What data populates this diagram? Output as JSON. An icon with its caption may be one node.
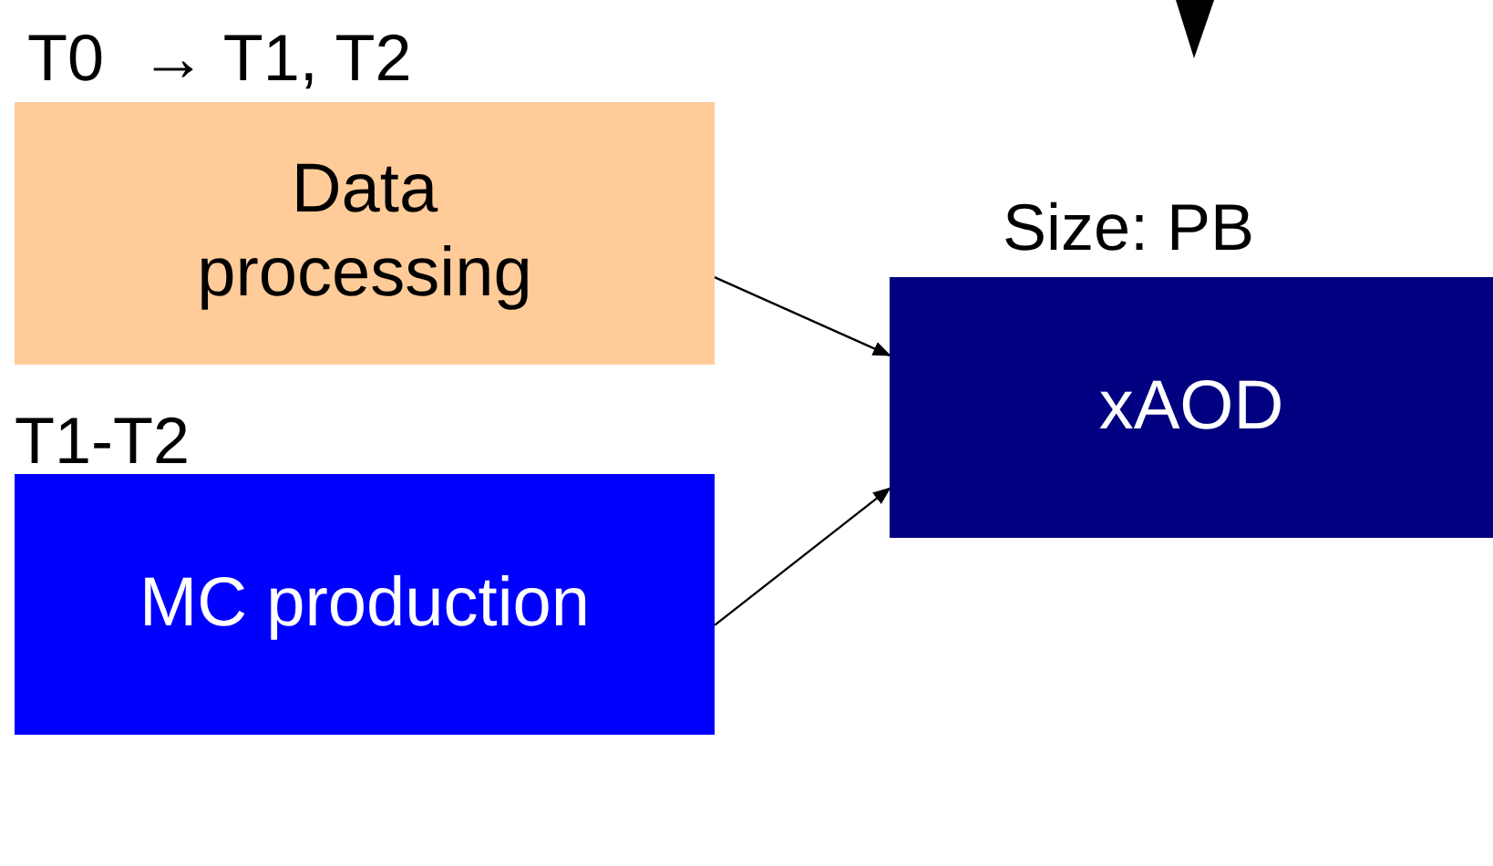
{
  "diagram": {
    "nodes": [
      {
        "text": [
          "Data processing"
        ],
        "beside": [
          "T0  → T1, T2"
        ]
      },
      {
        "text": [
          "MC production"
        ],
        "beside": [
          "T1-T2"
        ]
      },
      {
        "text": [
          "xAOD"
        ],
        "beside": [
          "Size: PB"
        ]
      }
    ],
    "edges": [
      {
        "from": 0,
        "to": 2,
        "arrow": "to"
      },
      {
        "from": 1,
        "to": 2,
        "arrow": "to"
      }
    ]
  }
}
